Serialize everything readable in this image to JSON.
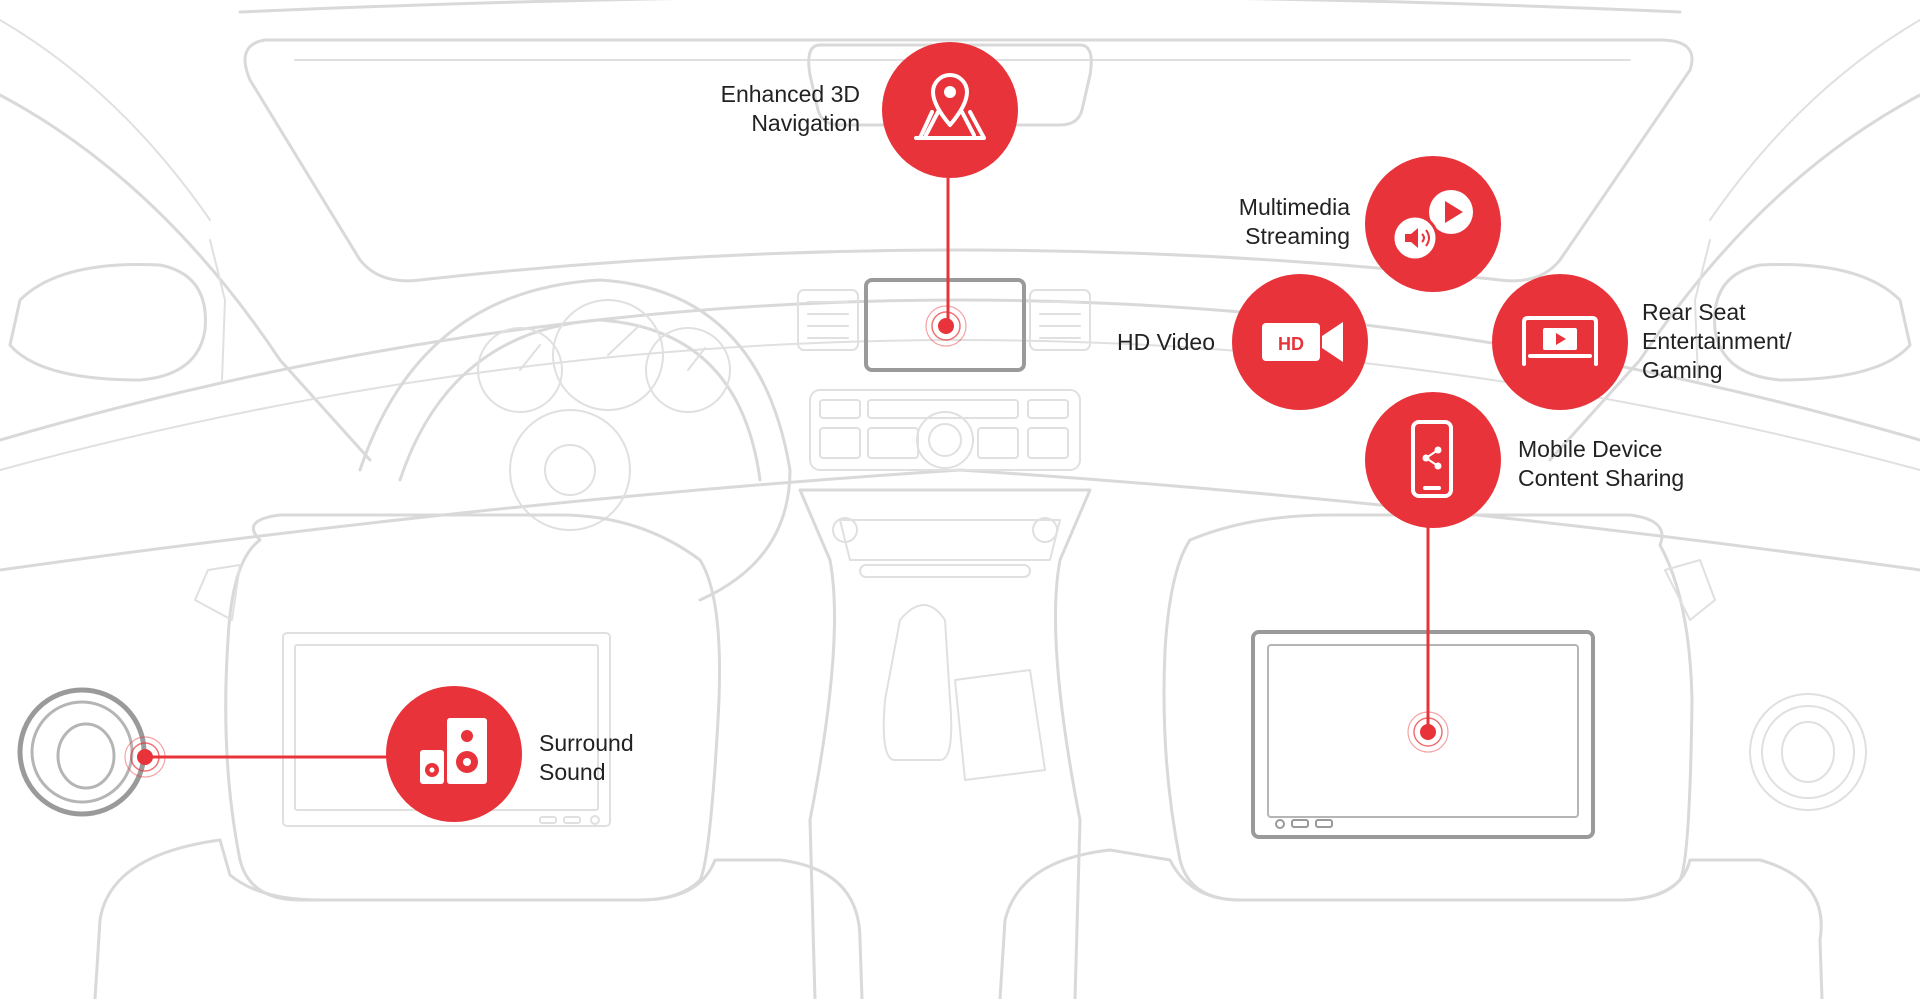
{
  "accent_color": "#e8333a",
  "outline_color": "#d9d9d9",
  "features": {
    "navigation": {
      "line1": "Enhanced 3D",
      "line2": "Navigation",
      "icon": "map-pin-icon"
    },
    "streaming": {
      "line1": "Multimedia",
      "line2": "Streaming",
      "icon": "media-stream-icon"
    },
    "hd_video": {
      "line1": "HD Video",
      "icon": "hd-video-camera-icon",
      "badge": "HD"
    },
    "rear_seat": {
      "line1": "Rear Seat",
      "line2": "Entertainment/",
      "line3": "Gaming",
      "icon": "rear-screen-play-icon"
    },
    "mobile": {
      "line1": "Mobile Device",
      "line2": "Content Sharing",
      "icon": "mobile-share-icon"
    },
    "surround": {
      "line1": "Surround",
      "line2": "Sound",
      "icon": "speakers-icon"
    }
  }
}
